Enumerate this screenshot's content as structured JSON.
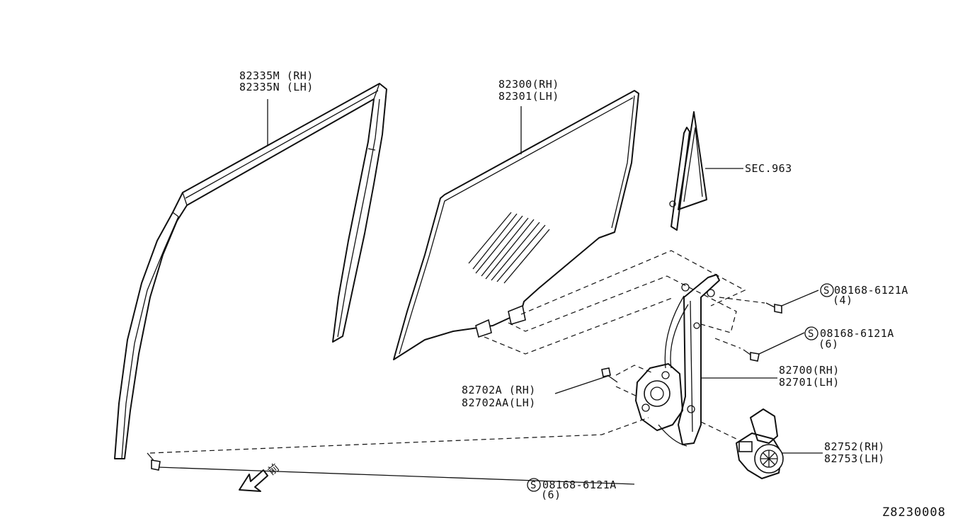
{
  "diagram_code": "Z8230008",
  "front_indicator": "前",
  "callouts": {
    "sash": {
      "line1": "82335M (RH)",
      "line2": "82335N (LH)"
    },
    "glass": {
      "line1": "82300(RH)",
      "line2": "82301(LH)"
    },
    "sec": {
      "line1": "SEC.963"
    },
    "screw_top": {
      "symbol": "S",
      "number": "08168-6121A",
      "qty": "(4)"
    },
    "screw_mid": {
      "symbol": "S",
      "number": "08168-6121A",
      "qty": "(6)"
    },
    "regulator": {
      "line1": "82700(RH)",
      "line2": "82701(LH)"
    },
    "bolt": {
      "line1": "82702A  (RH)",
      "line2": "82702AA(LH)"
    },
    "motor": {
      "line1": "82752(RH)",
      "line2": "82753(LH)"
    },
    "screw_bottom": {
      "symbol": "S",
      "number": "08168-6121A",
      "qty": "(6)"
    }
  }
}
